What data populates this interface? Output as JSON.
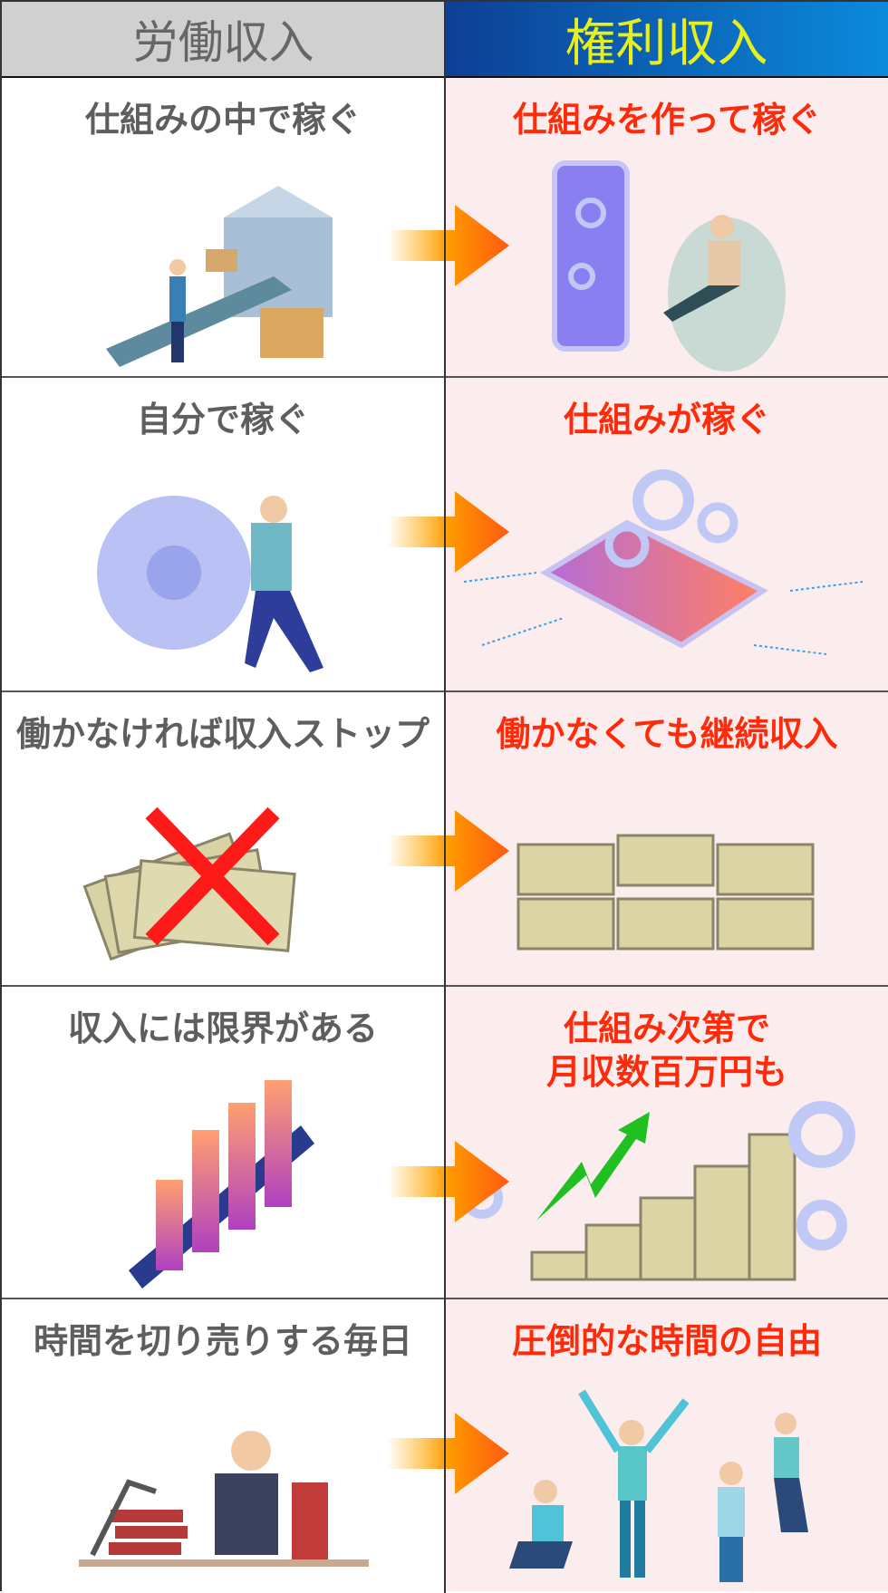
{
  "header": {
    "left": "労働収入",
    "right": "権利収入"
  },
  "colors": {
    "left_text": "#5e5e5e",
    "right_text": "#ff2a0a",
    "header_right_title": "#e8f01c",
    "header_left_bg": "#d0d0d0",
    "header_right_bg": "#0d3f94",
    "arrow": "#ff8800"
  },
  "rows": [
    {
      "left": "仕組みの中で稼ぐ",
      "right": "仕組みを作って稼ぐ",
      "left_icon": "factory-worker-conveyor-icon",
      "right_icon": "smartphone-relaxing-man-icon"
    },
    {
      "left": "自分で稼ぐ",
      "right": "仕組みが稼ぐ",
      "left_icon": "man-pushing-gear-icon",
      "right_icon": "smartphone-gears-icon"
    },
    {
      "left": "働かなければ収入ストップ",
      "right": "働かなくても継続収入",
      "left_icon": "banknotes-crossed-icon",
      "right_icon": "cash-stacks-icon"
    },
    {
      "left": "収入には限界がある",
      "right": "仕組み次第で",
      "right2": "月収数百万円も",
      "left_icon": "bar-chart-icon",
      "right_icon": "money-stairs-arrow-gears-icon"
    },
    {
      "left": "時間を切り売りする毎日",
      "right": "圧倒的な時間の自由",
      "left_icon": "stressed-office-worker-icon",
      "right_icon": "happy-people-icon"
    }
  ]
}
